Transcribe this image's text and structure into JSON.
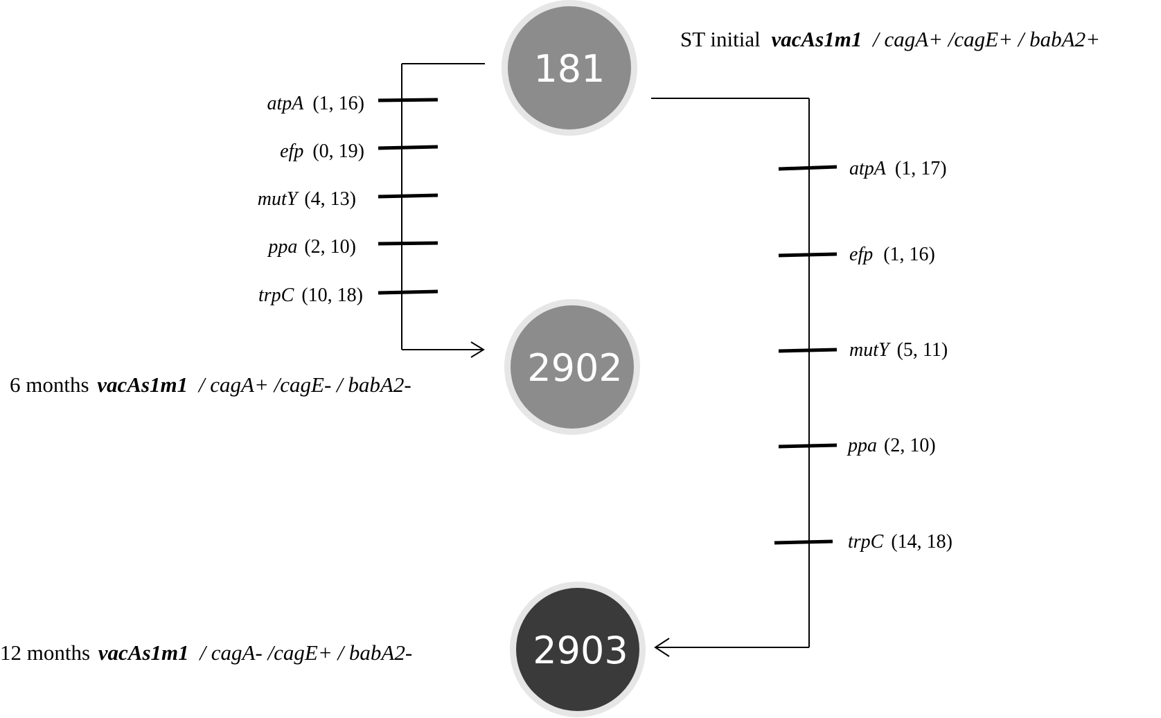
{
  "nodes": [
    {
      "id": "n181",
      "label": "181",
      "fill": "#8c8c8c",
      "ring": "#e6e6e6"
    },
    {
      "id": "n2902",
      "label": "2902",
      "fill": "#8c8c8c",
      "ring": "#e6e6e6"
    },
    {
      "id": "n2903",
      "label": "2903",
      "fill": "#3a3a3a",
      "ring": "#e6e6e6"
    }
  ],
  "profiles": {
    "initial": {
      "prefix": "ST initial",
      "vac": "vacAs1m1",
      "rest": "/ cagA+ /cagE+ / babA2+"
    },
    "six": {
      "prefix": "6 months",
      "vac": "vacAs1m1",
      "rest": "/ cagA+ /cagE- / babA2-"
    },
    "twelve": {
      "prefix": "12 months",
      "vac": "vacAs1m1",
      "rest": "/ cagA- /cagE+ / babA2-"
    }
  },
  "left_changes": [
    {
      "gene": "atpA",
      "values": "(1, 16)"
    },
    {
      "gene": "efp",
      "values": "(0, 19)"
    },
    {
      "gene": "mutY",
      "values": "(4, 13)"
    },
    {
      "gene": "ppa",
      "values": "(2, 10)"
    },
    {
      "gene": "trpC",
      "values": "(10, 18)"
    }
  ],
  "right_changes": [
    {
      "gene": "atpA",
      "values": "(1, 17)"
    },
    {
      "gene": "efp",
      "values": "(1, 16)"
    },
    {
      "gene": "mutY",
      "values": "(5, 11)"
    },
    {
      "gene": "ppa",
      "values": "(2, 10)"
    },
    {
      "gene": "trpC",
      "values": "(14, 18)"
    }
  ]
}
